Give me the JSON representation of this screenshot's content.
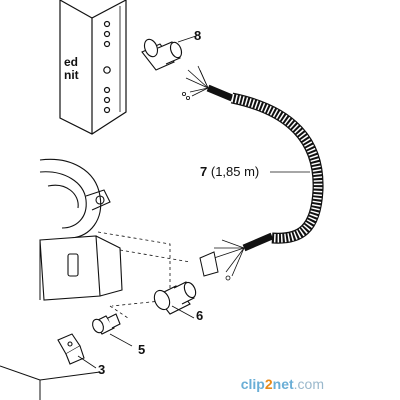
{
  "callouts": {
    "c8": "8",
    "c7": "7",
    "c7_length": "(1,85 m)",
    "c6": "6",
    "c5": "5",
    "c3": "3"
  },
  "control_box_text": {
    "line1": "ed",
    "line2": "nit"
  },
  "watermark": {
    "a": "clip",
    "b": "2",
    "c": "net",
    "d": ".com"
  },
  "colors": {
    "line": "#111111",
    "watermark_blue": "#6aaed6",
    "watermark_orange": "#e88a1a"
  }
}
